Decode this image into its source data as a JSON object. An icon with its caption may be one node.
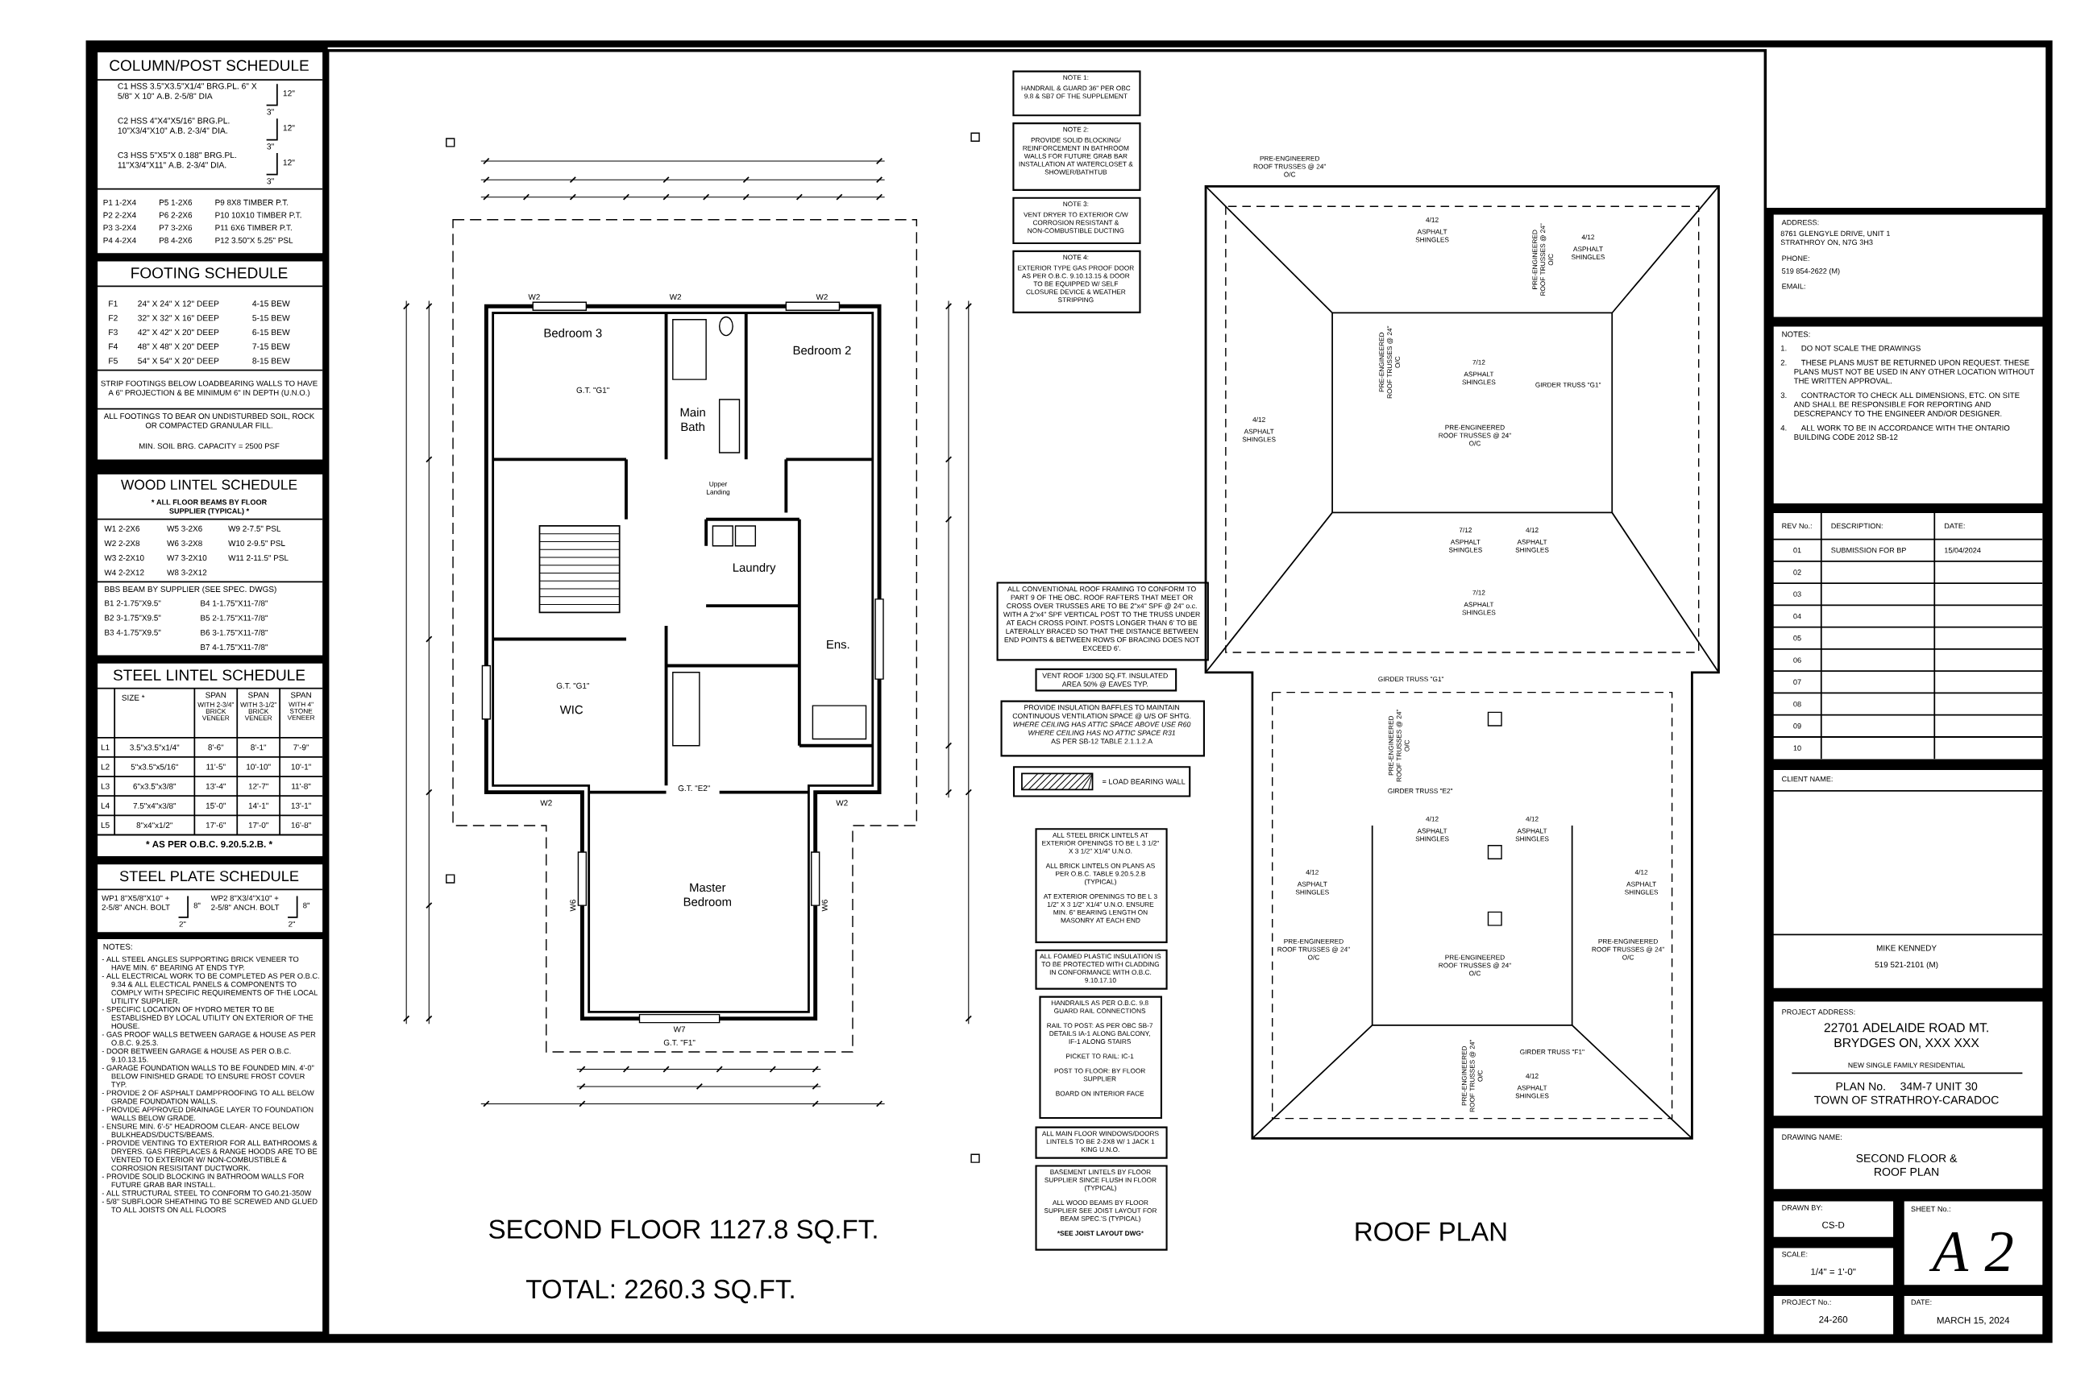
{
  "diagram": {
    "nodes": [
      {
        "text": [
          "COLUMN/POST SCHEDULE",
          "C1 HSS 3.5\"X3.5\"X1/4\" BRG.PL. 6\" X 5/8\" X 10\" A.B. 2-5/8\" DIA",
          "12\"",
          "3\"",
          "C2 HSS 4\"X4\"X5/16\" BRG.PL. 10\"X3/4\"X10\" A.B. 2-3/4\" DIA.",
          "12\"",
          "3\"",
          "C3 HSS 5\"X5\"X 0.188\" BRG.PL. 11\"X3/4\"X11\" A.B. 2-3/4\" DIA.",
          "12\"",
          "3\"",
          "P1 1-2X4",
          "P5 1-2X6",
          "P9 8X8 TIMBER P.T.",
          "P2 2-2X4",
          "P6 2-2X6",
          "P10 10X10 TIMBER P.T.",
          "P3 3-2X4",
          "P7 3-2X6",
          "P11 6X6 TIMBER P.T.",
          "P4 4-2X4",
          "P8 4-2X6",
          "P12 3.50\"X 5.25\" PSL"
        ]
      },
      {
        "text": [
          "FOOTING SCHEDULE",
          "F1",
          "24\" X 24\" X 12\" DEEP",
          "4-15 BEW",
          "F2",
          "32\" X 32\" X 16\" DEEP",
          "5-15 BEW",
          "F3",
          "42\" X 42\" X 20\" DEEP",
          "6-15 BEW",
          "F4",
          "48\" X 48\" X 20\" DEEP",
          "7-15 BEW",
          "F5",
          "54\" X 54\" X 20\" DEEP",
          "8-15 BEW",
          "STRIP FOOTINGS BELOW LOADBEARING WALLS TO HAVE A 6\" PROJECTION & BE MINIMUM 6\" IN DEPTH (U.N.O.)",
          "ALL FOOTINGS TO BEAR ON UNDISTURBED SOIL, ROCK OR COMPACTED GRANULAR FILL.",
          "MIN. SOIL BRG. CAPACITY = 2500 PSF"
        ]
      },
      {
        "text": [
          "WOOD LINTEL SCHEDULE",
          "*** ALL FLOOR BEAMS BY FLOOR SUPPLIER (TYPICAL) ***",
          "W1 2-2X6",
          "W5 3-2X6",
          "W9 2-7.5\" PSL",
          "W2 2-2X8",
          "W6 3-2X8",
          "W10 2-9.5\" PSL",
          "W3 2-2X10",
          "W7 3-2X10",
          "W11 2-11.5\" PSL",
          "W4 2-2X12",
          "W8 3-2X12",
          "BBS BEAM BY SUPPLIER (SEE SPEC. DWGS)",
          "B1 2-1.75\"X9.5\"",
          "B4 1-1.75\"X11-7/8\"",
          "B2 3-1.75\"X9.5\"",
          "B5 2-1.75\"X11-7/8\"",
          "B3 4-1.75\"X9.5\"",
          "B6 3-1.75\"X11-7/8\"",
          "B7 4-1.75\"X11-7/8\""
        ]
      },
      {
        "text": [
          "STEEL LINTEL SCHEDULE",
          "SIZE *",
          "SPAN",
          "WITH 2-3/4\" BRICK VENEER",
          "SPAN",
          "WITH 3-1/2\" BRICK VENEER",
          "SPAN",
          "WITH 4\" STONE VENEER",
          "L1",
          "3.5\"x3.5\"x1/4\"",
          "8'-6\"",
          "8'-1\"",
          "7'-9\"",
          "L2",
          "5\"x3.5\"x5/16\"",
          "11'-5\"",
          "10'-10\"",
          "10'-1\"",
          "L3",
          "6\"x3.5\"x3/8\"",
          "13'-4\"",
          "12'-7\"",
          "11'-8\"",
          "L4",
          "7.5\"x4\"x3/8\"",
          "15'-0\"",
          "14'-1\"",
          "13'-1\"",
          "L5",
          "8\"x4\"x1/2\"",
          "17'-6\"",
          "17'-0\"",
          "16'-8\"",
          "*** AS PER O.B.C. 9.20.5.2.B. ***"
        ]
      },
      {
        "text": [
          "STEEL PLATE SCHEDULE",
          "WP1 8\"X5/8\"X10\" + 2-5/8\" ANCH. BOLT",
          "8\"",
          "2\"",
          "WP2 8\"X3/4\"X10\" + 2-5/8\" ANCH. BOLT",
          "8\"",
          "2\""
        ]
      },
      {
        "text": [
          "NOTES:",
          "- ALL STEEL ANGLES SUPPORTING BRICK VENEER TO HAVE MIN. 6\" BEARING AT ENDS TYP.",
          "- ALL ELECTRICAL WORK TO BE COMPLETED AS PER O.B.C. 9.34 & ALL ELECTICAL PANELS & COMPONENTS TO COMPLY WITH SPECIFIC REQUIREMENTS OF THE LOCAL UTILITY SUPPLIER.",
          "- SPECIFIC LOCATION OF HYDRO METER TO BE ESTABLISHED BY LOCAL UTILITY ON EXTERIOR OF THE HOUSE.",
          "- GAS PROOF WALLS BETWEEN GARAGE & HOUSE AS PER O.B.C. 9.25.3.",
          "- DOOR BETWEEN GARAGE & HOUSE AS PER O.B.C. 9.10.13.15.",
          "- GARAGE FOUNDATION WALLS TO BE FOUNDED MIN. 4'-0\" BELOW FINISHED GRADE TO ENSURE FROST COVER TYP.",
          "- PROVIDE 2 OF ASPHALT DAMPPROOFING TO ALL BELOW GRADE FOUNDATION WALLS.",
          "- PROVIDE APPROVED DRAINAGE LAYER TO FOUNDATION WALLS BELOW GRADE.",
          "- ENSURE MIN. 6'-5\" HEADROOM CLEAR- ANCE BELOW BULKHEADS/DUCTS/BEAMS.",
          "- PROVIDE VENTING TO EXTERIOR FOR ALL BATHROOMS & DRYERS. GAS FIREPLACES & RANGE HOODS ARE TO BE VENTED TO EXTERIOR W/ NON-COMBUSTIBLE & CORROSION RESISITANT DUCTWORK.",
          "- PROVIDE SOLID BLOCKING IN BATHROOM WALLS FOR FUTURE GRAB BAR INSTALL.",
          "- ALL STRUCTURAL STEEL TO CONFORM TO G40.21-350W",
          "- 5/8\" SUBFLOOR SHEATHING TO BE SCREWED AND GLUED TO ALL JOISTS ON ALL FLOORS"
        ]
      },
      {
        "text": [
          "NOTE 1:",
          "HANDRAIL & GUARD 36\" PER OBC 9.8 & SB7 OF THE SUPPLEMENT"
        ]
      },
      {
        "text": [
          "NOTE 2:",
          "PROVIDE SOLID BLOCKING/ REINFORCEMENT IN BATHROOM WALLS FOR FUTURE GRAB BAR INSTALLATION AT WATERCLOSET & SHOWER/BATHTUB"
        ]
      },
      {
        "text": [
          "NOTE 3:",
          "VENT DRYER TO EXTERIOR C/W CORROSION RESISTANT & NON-COMBUSTIBLE DUCTING"
        ]
      },
      {
        "text": [
          "NOTE 4:",
          "EXTERIOR TYPE GAS PROOF DOOR AS PER O.B.C. 9.10.13.15 & DOOR TO BE EQUIPPED W/ SELF CLOSURE DEVICE & WEATHER STRIPPING"
        ]
      },
      {
        "text": [
          "ALL CONVENTIONAL ROOF FRAMING TO CONFORM TO PART 9 OF THE OBC. ROOF RAFTERS THAT MEET OR CROSS OVER TRUSSES ARE TO BE 2\"x4\" SPF @ 24\" o.c. WITH A 2\"x4\" SPF VERTICAL POST TO THE TRUSS UNDER AT EACH CROSS POINT. POSTS LONGER THAN 6' TO BE LATERALLY BRACED SO THAT THE DISTANCE BETWEEN END POINTS & BETWEEN ROWS OF BRACING DOES NOT EXCEED 6'."
        ]
      },
      {
        "text": [
          "VENT ROOF 1/300 SQ.FT. INSULATED AREA 50% @ EAVES TYP."
        ]
      },
      {
        "text": [
          "PROVIDE INSULATION BAFFLES TO MAINTAIN CONTINUOUS VENTILATION SPACE @ U/S OF SHTG.",
          "*WHERE CEILING HAS ATTIC SPACE ABOVE USE R60*",
          "*WHERE CEILING HAS NO ATTIC SPACE R31*",
          "AS PER SB-12 TABLE 2.1.1.2.A"
        ]
      },
      {
        "text": [
          "ALL STEEL BRICK LINTELS AT EXTERIOR OPENINGS TO BE L 3 1/2\" X 3 1/2\" X1/4\" U.N.O.",
          "ALL BRICK LINTELS ON PLANS AS PER O.B.C. TABLE 9.20.5.2.B (TYPICAL)",
          "AT EXTERIOR OPENINGS TO BE L 3 1/2\" X 3 1/2\" X1/4\" U.N.O. ENSURE MIN. 6\" BEARING LENGTH ON MASONRY AT EACH END"
        ]
      },
      {
        "text": [
          "ALL FOAMED PLASTIC INSULATION IS TO BE PROTECTED WITH CLADDING IN CONFORMANCE WITH O.B.C. 9.10.17.10"
        ]
      },
      {
        "text": [
          "HANDRAILS AS PER O.B.C. 9.8 GUARD RAIL CONNECTIONS",
          "RAIL TO POST: AS PER OBC SB-7 DETAILS IA-1 ALONG BALCONY, IF-1 ALONG STAIRS",
          "PICKET TO RAIL: IC-1",
          "POST TO FLOOR: BY FLOOR SUPPLIER",
          "BOARD ON INTERIOR FACE"
        ]
      },
      {
        "text": [
          "ALL MAIN FLOOR WINDOWS/DOORS LINTELS TO BE 2-2X8 W/ 1 JACK 1 KING U.N.O."
        ]
      },
      {
        "text": [
          "BASEMENT LINTELS BY FLOOR SUPPLIER SINCE FLUSH IN FLOOR (TYPICAL)",
          "ALL WOOD BEAMS BY FLOOR SUPPLIER SEE JOIST LAYOUT FOR BEAM SPEC.'S (TYPICAL)",
          "***SEE JOIST LAYOUT DWG***"
        ]
      },
      {
        "text": [
          "ADDRESS:",
          "8761 GLENGYLE DRIVE, UNIT 1 STRATHROY ON, N7G 3H3",
          "PHONE:",
          "519 854-2622 (M)",
          "EMAIL:"
        ]
      },
      {
        "text": [
          "NOTES:",
          "1. DO NOT SCALE THE DRAWINGS",
          "2. THESE PLANS MUST BE RETURNED UPON REQUEST. THESE PLANS MUST NOT BE USED IN ANY OTHER LOCATION WITHOUT THE WRITTEN APPROVAL.",
          "3. CONTRACTOR TO CHECK ALL DIMENSIONS, ETC. ON SITE AND SHALL BE RESPONSIBLE FOR REPORTING AND DESCREPANCY TO THE ENGINEER AND/OR DESIGNER.",
          "4. ALL WORK TO BE IN ACCORDANCE WITH THE ONTARIO BUILDING CODE 2012 SB-12"
        ]
      },
      {
        "text": [
          "REV No.:",
          "DESCRIPTION:",
          "DATE:",
          "01",
          "SUBMISSION FOR BP",
          "15/04/2024",
          "02",
          "03",
          "04",
          "05",
          "06",
          "07",
          "08",
          "09",
          "10"
        ]
      },
      {
        "text": [
          "CLIENT NAME:",
          "MIKE KENNEDY",
          "519 521-2101 (M)"
        ]
      },
      {
        "text": [
          "PROJECT ADDRESS:",
          "22701 ADELAIDE ROAD MT. BRYDGES ON, XXX XXX",
          "NEW SINGLE FAMILY RESIDENTIAL",
          "PLAN No. 34M-7 UNIT 30 TOWN OF STRATHROY-CARADOC"
        ]
      },
      {
        "text": [
          "DRAWING NAME:",
          "SECOND FLOOR & ROOF PLAN"
        ]
      },
      {
        "text": [
          "DRAWN BY:",
          "CS-D"
        ]
      },
      {
        "text": [
          "SCALE:",
          "1/4\" = 1'-0\""
        ]
      },
      {
        "text": [
          "PROJECT No.:",
          "24-260"
        ]
      },
      {
        "text": [
          "SHEET No.:",
          "A 2"
        ]
      },
      {
        "text": [
          "DATE:",
          "MARCH 15, 2024"
        ]
      }
    ],
    "labels": [
      "W2",
      "W2",
      "W2",
      "Bedroom 3",
      "Bedroom 2",
      "G.T. \"G1\"",
      "Main Bath",
      "Upper Landing",
      "Laundry",
      "Ens.",
      "G.T. \"G1\"",
      "WIC",
      "G.T. \"E2\"",
      "W2",
      "W2",
      "Master Bedroom",
      "W6",
      "W6",
      "W7",
      "G.T. \"F1\"",
      "SECOND FLOOR 1127.8 SQ.FT.",
      "TOTAL: 2260.3 SQ.FT.",
      "PRE-ENGINEERED ROOF TRUSSES @ 24\" O/C",
      "4/12",
      "ASPHALT SHINGLES",
      "PRE-ENGINEERED ROOF TRUSSES @ 24\" O/C",
      "4/12",
      "ASPHALT SHINGLES",
      "PRE-ENGINEERED ROOF TRUSSES @ 24\" O/C",
      "7/12",
      "ASPHALT SHINGLES",
      "GIRDER TRUSS \"G1\"",
      "4/12",
      "ASPHALT SHINGLES",
      "PRE-ENGINEERED ROOF TRUSSES @ 24\" O/C",
      "7/12",
      "ASPHALT SHINGLES",
      "4/12",
      "ASPHALT SHINGLES",
      "7/12",
      "ASPHALT SHINGLES",
      "GIRDER TRUSS \"G1\"",
      "PRE-ENGINEERED ROOF TRUSSES @ 24\" O/C",
      "GIRDER TRUSS \"E2\"",
      "4/12",
      "ASPHALT SHINGLES",
      "4/12",
      "ASPHALT SHINGLES",
      "4/12",
      "ASPHALT SHINGLES",
      "4/12",
      "ASPHALT SHINGLES",
      "PRE-ENGINEERED ROOF TRUSSES @ 24\" O/C",
      "PRE-ENGINEERED ROOF TRUSSES @ 24\" O/C",
      "PRE-ENGINEERED ROOF TRUSSES @ 24\" O/C",
      "GIRDER TRUSS \"F1\"",
      "4/12",
      "ASPHALT SHINGLES",
      "PRE-ENGINEERED ROOF TRUSSES @ 24\" O/C",
      "ROOF PLAN"
    ],
    "legend": [
      {
        "text": "= LOAD BEARING WALL"
      }
    ]
  }
}
